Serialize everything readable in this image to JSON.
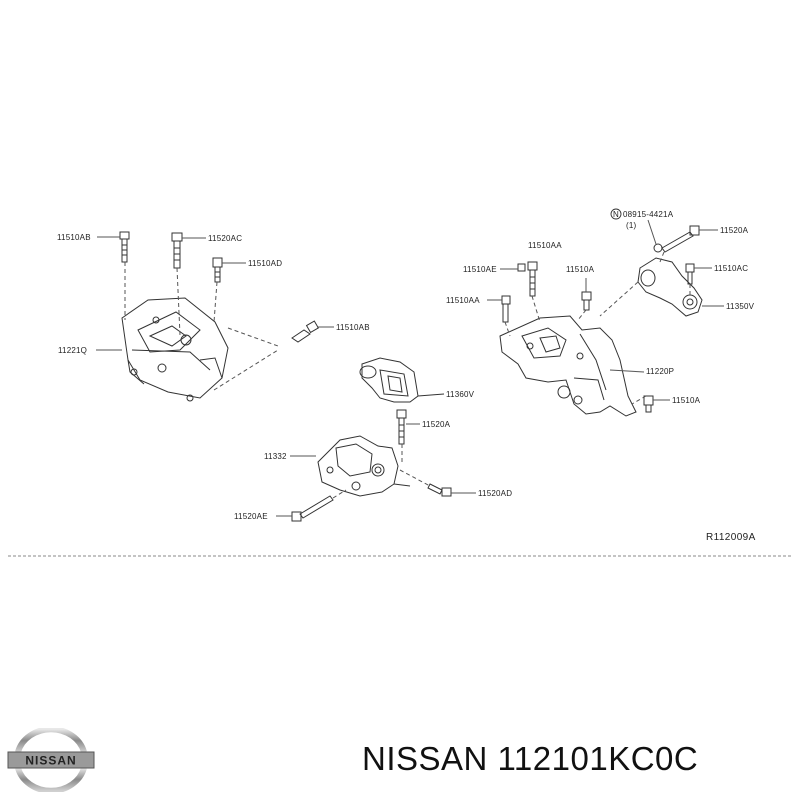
{
  "diagram": {
    "reference_code": "R112009A",
    "callouts": [
      {
        "id": "c1",
        "text": "11510AB"
      },
      {
        "id": "c2",
        "text": "11520AC"
      },
      {
        "id": "c3",
        "text": "11510AD"
      },
      {
        "id": "c4",
        "text": "11510AB"
      },
      {
        "id": "c5",
        "text": "11221Q"
      },
      {
        "id": "c6",
        "text": "11360V"
      },
      {
        "id": "c7",
        "text": "11520A"
      },
      {
        "id": "c8",
        "text": "11332"
      },
      {
        "id": "c9",
        "text": "11520AD"
      },
      {
        "id": "c10",
        "text": "11520AE"
      },
      {
        "id": "c11",
        "text": "08915-4421A"
      },
      {
        "id": "c12",
        "text": "(1)"
      },
      {
        "id": "c13",
        "text": "11520A"
      },
      {
        "id": "c14",
        "text": "11510AA"
      },
      {
        "id": "c15",
        "text": "11510AE"
      },
      {
        "id": "c16",
        "text": "11510A"
      },
      {
        "id": "c17",
        "text": "11510AC"
      },
      {
        "id": "c18",
        "text": "11510AA"
      },
      {
        "id": "c19",
        "text": "11350V"
      },
      {
        "id": "c20",
        "text": "11220P"
      },
      {
        "id": "c21",
        "text": "11510A"
      }
    ],
    "nut_symbol": "N"
  },
  "footer": {
    "brand_logo_text": "NISSAN",
    "caption": "NISSAN 112101KC0C"
  }
}
